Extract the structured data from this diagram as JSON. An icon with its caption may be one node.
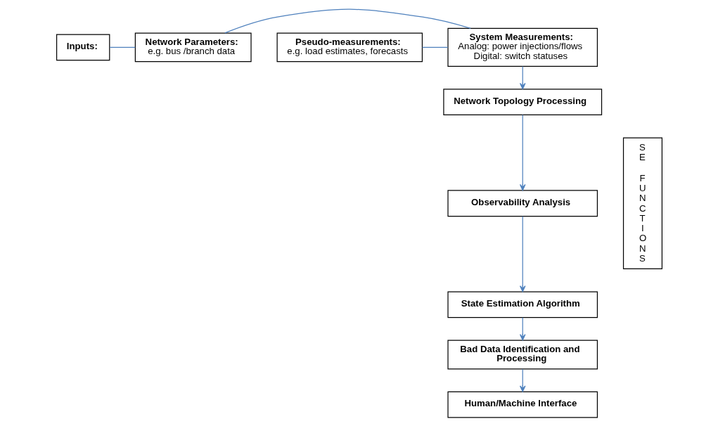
{
  "diagram": {
    "nodes": [
      {
        "text": [
          "Inputs:"
        ]
      },
      {
        "text": [
          "Network Parameters:",
          "e.g. bus /branch data"
        ]
      },
      {
        "text": [
          "System Measurements:",
          "Analog: power injections/flows",
          "Digital: switch statuses"
        ]
      },
      {
        "text": [
          "Pseudo-measurements:",
          "e.g. load estimates, forecasts"
        ]
      },
      {
        "text": [
          "SE FUNCTIONS"
        ]
      },
      {
        "text": [
          "Network Topology Processing"
        ]
      },
      {
        "text": [
          "Observability Analysis"
        ]
      },
      {
        "text": [
          "State Estimation Algorithm"
        ]
      },
      {
        "text": [
          "Bad Data Identification and Processing"
        ]
      },
      {
        "text": [
          "Human/Machine Interface"
        ]
      }
    ],
    "edges": [
      {
        "from": 0,
        "to": 1,
        "arrow": "none"
      },
      {
        "from": 1,
        "to": 2,
        "arrow": "none"
      },
      {
        "from": 3,
        "to": 2,
        "arrow": "none"
      },
      {
        "from": 2,
        "to": 5,
        "arrow": "to"
      },
      {
        "from": 5,
        "to": 6,
        "arrow": "to"
      },
      {
        "from": 6,
        "to": 7,
        "arrow": "to"
      },
      {
        "from": 7,
        "to": 8,
        "arrow": "to"
      },
      {
        "from": 8,
        "to": 9,
        "arrow": "to"
      }
    ]
  }
}
